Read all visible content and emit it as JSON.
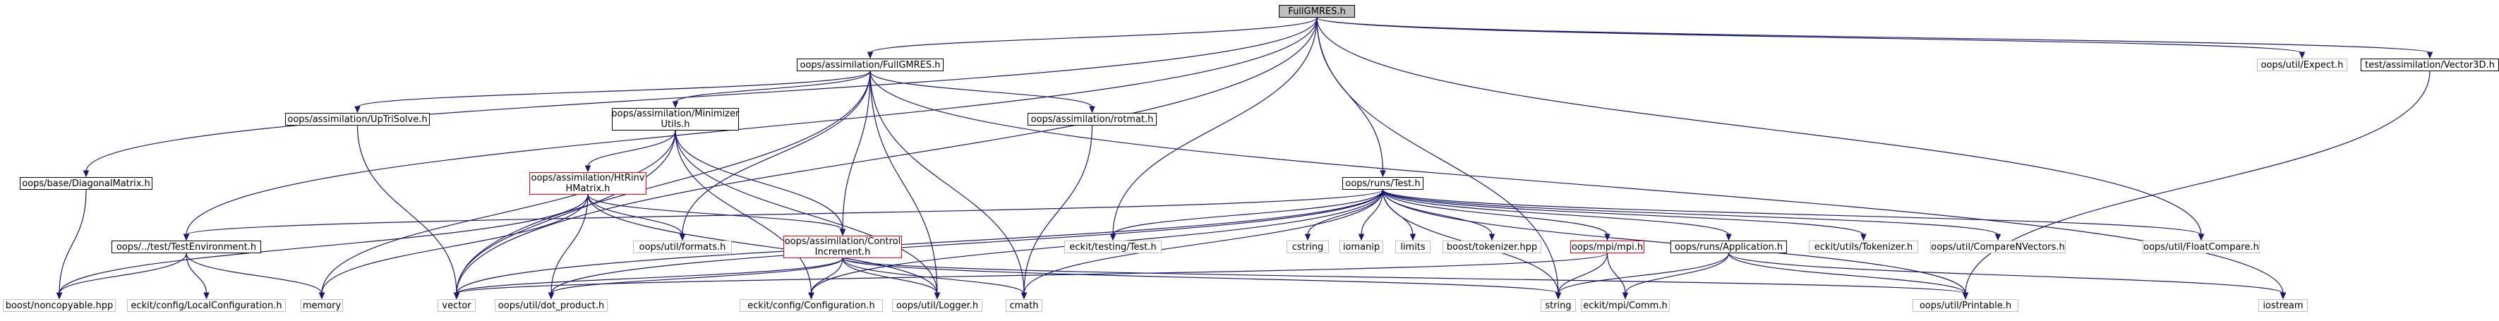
{
  "diagram": {
    "edge_color": "#191970",
    "nodes": [
      {
        "id": "fullgmres_root",
        "label": "FullGMRES.h",
        "style": "root"
      },
      {
        "id": "assim_fullgmres",
        "label": "oops/assimilation/FullGMRES.h",
        "style": "black"
      },
      {
        "id": "expect",
        "label": "oops/util/Expect.h",
        "style": "gray"
      },
      {
        "id": "vector3d",
        "label": "test/assimilation/Vector3D.h",
        "style": "black"
      },
      {
        "id": "uptrisolve",
        "label": "oops/assimilation/UpTriSolve.h",
        "style": "black"
      },
      {
        "id": "minimizer_utils",
        "label": "oops/assimilation/Minimizer\nUtils.h",
        "style": "black"
      },
      {
        "id": "rotmat",
        "label": "oops/assimilation/rotmat.h",
        "style": "black"
      },
      {
        "id": "diagonal_matrix",
        "label": "oops/base/DiagonalMatrix.h",
        "style": "black"
      },
      {
        "id": "hthinv",
        "label": "oops/assimilation/HtRinv\nHMatrix.h",
        "style": "red"
      },
      {
        "id": "runs_test",
        "label": "oops/runs/Test.h",
        "style": "black"
      },
      {
        "id": "test_env",
        "label": "oops/../test/TestEnvironment.h",
        "style": "black"
      },
      {
        "id": "control_incr",
        "label": "oops/assimilation/Control\nIncrement.h",
        "style": "red"
      },
      {
        "id": "formats",
        "label": "oops/util/formats.h",
        "style": "gray"
      },
      {
        "id": "eckit_test",
        "label": "eckit/testing/Test.h",
        "style": "gray"
      },
      {
        "id": "cstring",
        "label": "cstring",
        "style": "gray"
      },
      {
        "id": "iomanip",
        "label": "iomanip",
        "style": "gray"
      },
      {
        "id": "limits",
        "label": "limits",
        "style": "gray"
      },
      {
        "id": "tokenizer_hpp",
        "label": "boost/tokenizer.hpp",
        "style": "gray"
      },
      {
        "id": "mpi",
        "label": "oops/mpi/mpi.h",
        "style": "red"
      },
      {
        "id": "application",
        "label": "oops/runs/Application.h",
        "style": "black"
      },
      {
        "id": "eckit_tokenizer",
        "label": "eckit/utils/Tokenizer.h",
        "style": "gray"
      },
      {
        "id": "compare_nvectors",
        "label": "oops/util/CompareNVectors.h",
        "style": "gray"
      },
      {
        "id": "float_compare",
        "label": "oops/util/FloatCompare.h",
        "style": "gray"
      },
      {
        "id": "noncopyable",
        "label": "boost/noncopyable.hpp",
        "style": "gray"
      },
      {
        "id": "local_config",
        "label": "eckit/config/LocalConfiguration.h",
        "style": "gray"
      },
      {
        "id": "memory",
        "label": "memory",
        "style": "gray"
      },
      {
        "id": "vector",
        "label": "vector",
        "style": "gray"
      },
      {
        "id": "dot_product",
        "label": "oops/util/dot_product.h",
        "style": "gray"
      },
      {
        "id": "eckit_config",
        "label": "eckit/config/Configuration.h",
        "style": "gray"
      },
      {
        "id": "logger",
        "label": "oops/util/Logger.h",
        "style": "gray"
      },
      {
        "id": "cmath",
        "label": "cmath",
        "style": "gray"
      },
      {
        "id": "string",
        "label": "string",
        "style": "gray"
      },
      {
        "id": "comm",
        "label": "eckit/mpi/Comm.h",
        "style": "gray"
      },
      {
        "id": "printable",
        "label": "oops/util/Printable.h",
        "style": "gray"
      },
      {
        "id": "iostream",
        "label": "iostream",
        "style": "gray"
      }
    ],
    "edges": [
      [
        "fullgmres_root",
        "assim_fullgmres"
      ],
      [
        "fullgmres_root",
        "expect"
      ],
      [
        "fullgmres_root",
        "vector3d"
      ],
      [
        "fullgmres_root",
        "diagonal_matrix"
      ],
      [
        "fullgmres_root",
        "test_env"
      ],
      [
        "fullgmres_root",
        "vector"
      ],
      [
        "fullgmres_root",
        "runs_test"
      ],
      [
        "fullgmres_root",
        "eckit_test"
      ],
      [
        "fullgmres_root",
        "float_compare"
      ],
      [
        "fullgmres_root",
        "string"
      ],
      [
        "assim_fullgmres",
        "uptrisolve"
      ],
      [
        "assim_fullgmres",
        "minimizer_utils"
      ],
      [
        "assim_fullgmres",
        "rotmat"
      ],
      [
        "assim_fullgmres",
        "vector"
      ],
      [
        "assim_fullgmres",
        "formats"
      ],
      [
        "assim_fullgmres",
        "control_incr"
      ],
      [
        "assim_fullgmres",
        "logger"
      ],
      [
        "assim_fullgmres",
        "cmath"
      ],
      [
        "assim_fullgmres",
        "iostream"
      ],
      [
        "vector3d",
        "printable"
      ],
      [
        "uptrisolve",
        "vector"
      ],
      [
        "minimizer_utils",
        "hthinv"
      ],
      [
        "minimizer_utils",
        "control_incr"
      ],
      [
        "minimizer_utils",
        "memory"
      ],
      [
        "minimizer_utils",
        "vector"
      ],
      [
        "minimizer_utils",
        "eckit_config"
      ],
      [
        "minimizer_utils",
        "logger"
      ],
      [
        "rotmat",
        "cmath"
      ],
      [
        "diagonal_matrix",
        "noncopyable"
      ],
      [
        "hthinv",
        "control_incr"
      ],
      [
        "hthinv",
        "formats"
      ],
      [
        "hthinv",
        "noncopyable"
      ],
      [
        "hthinv",
        "memory"
      ],
      [
        "hthinv",
        "dot_product"
      ],
      [
        "hthinv",
        "logger"
      ],
      [
        "runs_test",
        "test_env"
      ],
      [
        "runs_test",
        "eckit_test"
      ],
      [
        "runs_test",
        "cstring"
      ],
      [
        "runs_test",
        "iomanip"
      ],
      [
        "runs_test",
        "limits"
      ],
      [
        "runs_test",
        "tokenizer_hpp"
      ],
      [
        "runs_test",
        "mpi"
      ],
      [
        "runs_test",
        "application"
      ],
      [
        "runs_test",
        "eckit_tokenizer"
      ],
      [
        "runs_test",
        "compare_nvectors"
      ],
      [
        "runs_test",
        "float_compare"
      ],
      [
        "runs_test",
        "vector"
      ],
      [
        "runs_test",
        "dot_product"
      ],
      [
        "runs_test",
        "eckit_config"
      ],
      [
        "runs_test",
        "cmath"
      ],
      [
        "runs_test",
        "string"
      ],
      [
        "runs_test",
        "printable"
      ],
      [
        "test_env",
        "noncopyable"
      ],
      [
        "test_env",
        "local_config"
      ],
      [
        "test_env",
        "memory"
      ],
      [
        "control_incr",
        "vector"
      ],
      [
        "control_incr",
        "dot_product"
      ],
      [
        "control_incr",
        "eckit_config"
      ],
      [
        "control_incr",
        "logger"
      ],
      [
        "control_incr",
        "cmath"
      ],
      [
        "control_incr",
        "string"
      ],
      [
        "control_incr",
        "printable"
      ],
      [
        "mpi",
        "vector"
      ],
      [
        "mpi",
        "comm"
      ],
      [
        "mpi",
        "string"
      ],
      [
        "application",
        "comm"
      ],
      [
        "application",
        "string"
      ],
      [
        "application",
        "printable"
      ],
      [
        "application",
        "iostream"
      ]
    ]
  }
}
